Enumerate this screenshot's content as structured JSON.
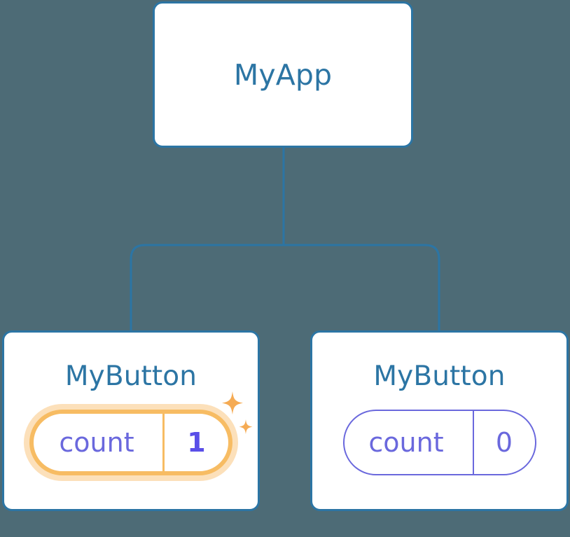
{
  "diagram": {
    "type": "component-tree",
    "background_color": "#4d6b76",
    "node_border_color": "#2c75a4",
    "node_title_color": "#2c75a4",
    "connector_color": "#2c75a4",
    "state_text_color": "#6a68dd",
    "highlight_color": "#f7bc63",
    "highlight_glow_color": "#fac781",
    "highlight_value_color": "#5a4fe8",
    "nodes": [
      {
        "id": "root",
        "title": "MyApp",
        "highlighted": false
      },
      {
        "id": "child-left",
        "title": "MyButton",
        "highlighted": true,
        "state": {
          "key": "count",
          "value": "1"
        },
        "sparkle_icons": [
          "sparkle-large-icon",
          "sparkle-small-icon"
        ]
      },
      {
        "id": "child-right",
        "title": "MyButton",
        "highlighted": false,
        "state": {
          "key": "count",
          "value": "0"
        }
      }
    ],
    "edges": [
      {
        "from": "root",
        "to": "child-left"
      },
      {
        "from": "root",
        "to": "child-right"
      }
    ]
  }
}
